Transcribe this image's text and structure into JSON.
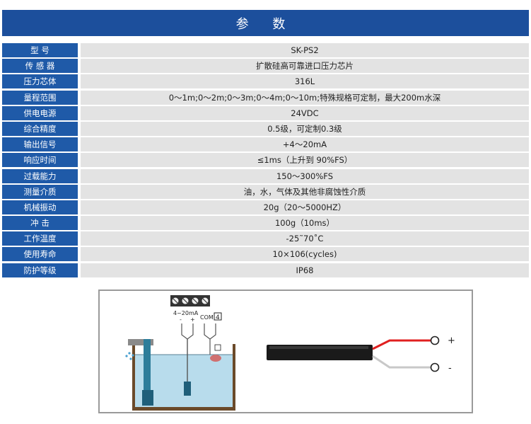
{
  "header": {
    "title": "参 数"
  },
  "specs": [
    {
      "label": "型  号",
      "value": "SK-PS2"
    },
    {
      "label": "传 感 器",
      "value": "扩散硅高可靠进口压力芯片"
    },
    {
      "label": "压力芯体",
      "value": "316L"
    },
    {
      "label": "量程范围",
      "value": "0～1m;0～2m;0～3m;0～4m;0～10m;特殊规格可定制，最大200m水深"
    },
    {
      "label": "供电电源",
      "value": "24VDC"
    },
    {
      "label": "综合精度",
      "value": "0.5级，可定制0.3级"
    },
    {
      "label": "输出信号",
      "value": "+4～20mA"
    },
    {
      "label": "响应时间",
      "value": "≤1ms（上升到 90%FS）"
    },
    {
      "label": "过载能力",
      "value": "150～300%FS"
    },
    {
      "label": "测量介质",
      "value": "油，水，气体及其他非腐蚀性介质"
    },
    {
      "label": "机械振动",
      "value": "20g（20～5000HZ）"
    },
    {
      "label": "冲    击",
      "value": "100g（10ms）"
    },
    {
      "label": "工作温度",
      "value": "-25˜70˚C"
    },
    {
      "label": "使用寿命",
      "value": "10×106(cycles)"
    },
    {
      "label": "防护等级",
      "value": "IP68"
    }
  ],
  "diagram": {
    "terminal_signal": "4~20mA",
    "terminal_minus": "-",
    "terminal_plus": "+",
    "terminal_com": "COM",
    "terminal_num": "4",
    "wire_plus": "+",
    "wire_minus": "-"
  },
  "colors": {
    "header_bg": "#1c4f9c",
    "label_bg": "#1f5aa8",
    "value_bg": "#e3e3e3",
    "water": "#b8dcec",
    "red_wire": "#e02020"
  }
}
